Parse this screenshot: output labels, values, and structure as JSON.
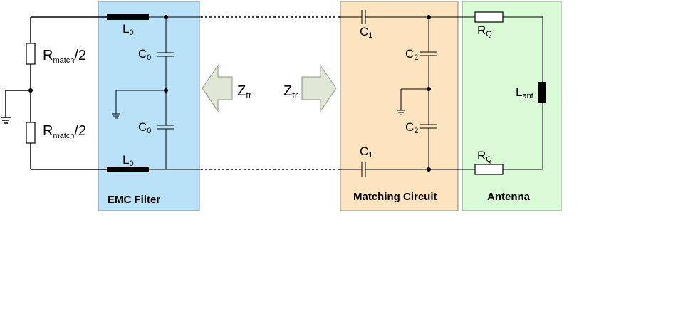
{
  "blocks": {
    "emc": {
      "title": "EMC Filter",
      "color": "#b9e1f8"
    },
    "matching": {
      "title": "Matching Circuit",
      "color": "#fde4bf"
    },
    "antenna": {
      "title": "Antenna",
      "color": "#d9fbd6"
    }
  },
  "labels": {
    "rmatch_top": {
      "main": "R",
      "sub": "match",
      "suffix": "/2"
    },
    "rmatch_bottom": {
      "main": "R",
      "sub": "match",
      "suffix": "/2"
    },
    "l0_top": {
      "main": "L",
      "sub": "0"
    },
    "l0_bottom": {
      "main": "L",
      "sub": "0"
    },
    "c0_top": {
      "main": "C",
      "sub": "0"
    },
    "c0_bottom": {
      "main": "C",
      "sub": "0"
    },
    "ztr_left": {
      "main": "Z",
      "sub": "tr"
    },
    "ztr_right": {
      "main": "Z",
      "sub": "tr"
    },
    "c1_top": {
      "main": "C",
      "sub": "1"
    },
    "c1_bottom": {
      "main": "C",
      "sub": "1"
    },
    "c2_top": {
      "main": "C",
      "sub": "2"
    },
    "c2_bottom": {
      "main": "C",
      "sub": "2"
    },
    "rq_top": {
      "main": "R",
      "sub": "Q"
    },
    "rq_bottom": {
      "main": "R",
      "sub": "Q"
    },
    "lant": {
      "main": "L",
      "sub": "ant"
    }
  },
  "colors": {
    "arrow_fill": "#dfe7d6",
    "arrow_stroke": "#8a9a80"
  },
  "icons": [
    "ground-icon",
    "arrow-left-icon",
    "arrow-right-icon"
  ]
}
